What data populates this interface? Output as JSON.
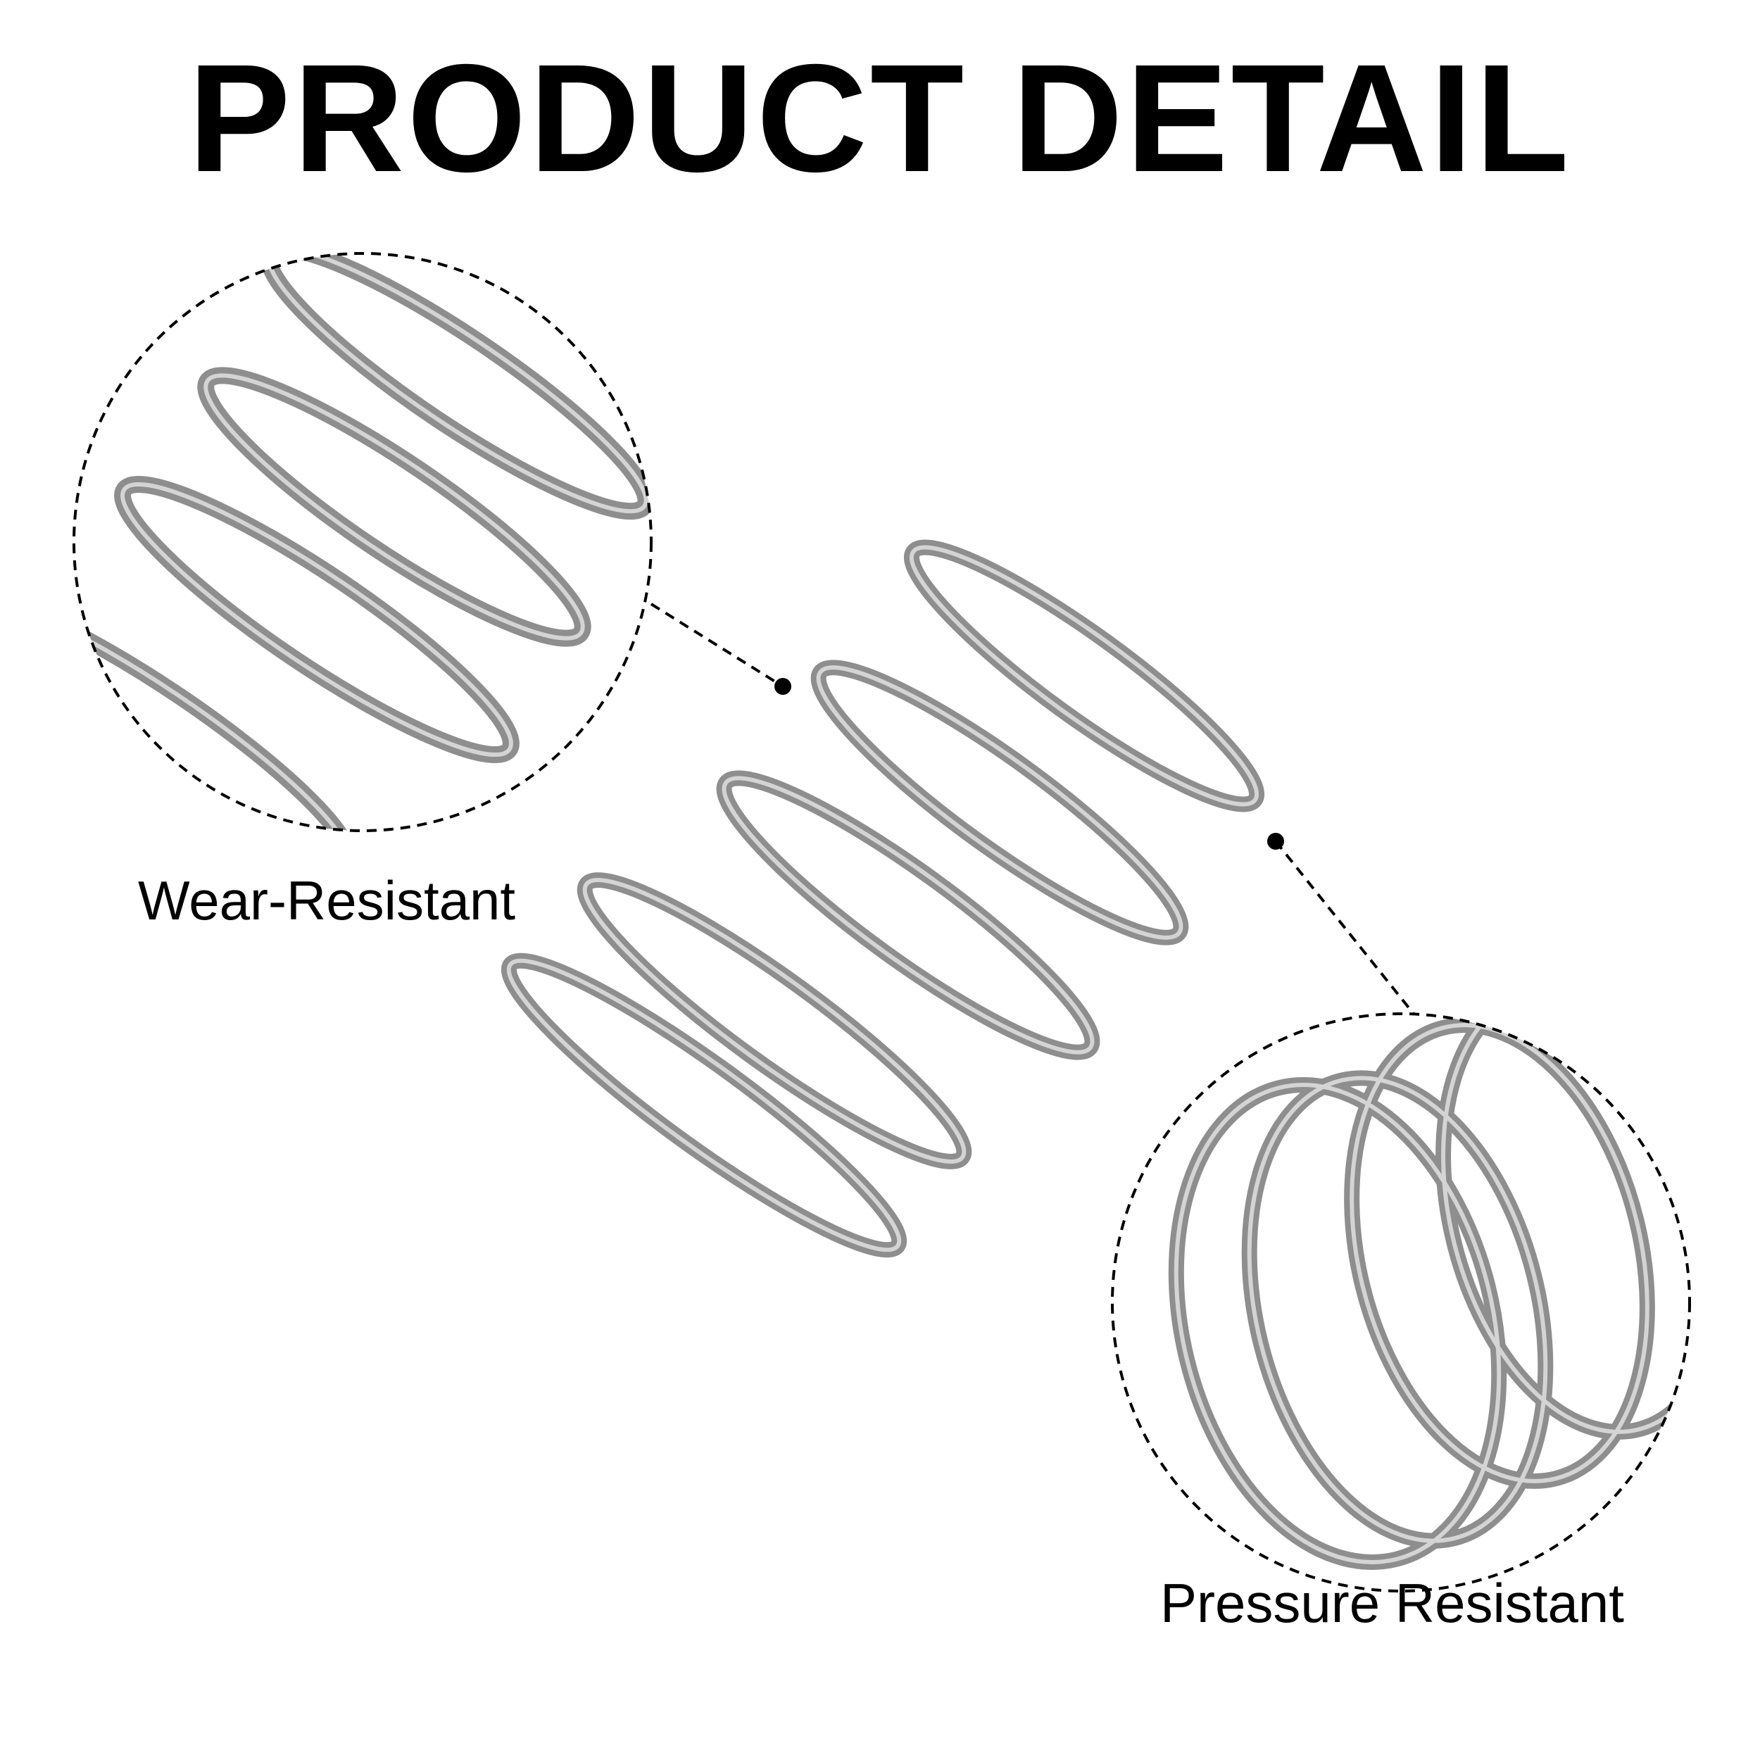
{
  "header": {
    "title": "PRODUCT DETAIL"
  },
  "callouts": [
    {
      "label": "Wear-Resistant"
    },
    {
      "label": "Pressure Resistant"
    }
  ],
  "colors": {
    "background": "#ffffff",
    "text": "#000000",
    "spring_wire": "#8e8e8e",
    "spring_highlight": "#d4d4d4",
    "dashed_line": "#000000"
  },
  "icons": {
    "main_product": "compression-spring-image",
    "detail_1": "spring-coil-closeup-image",
    "detail_2": "spring-end-closeup-image"
  }
}
